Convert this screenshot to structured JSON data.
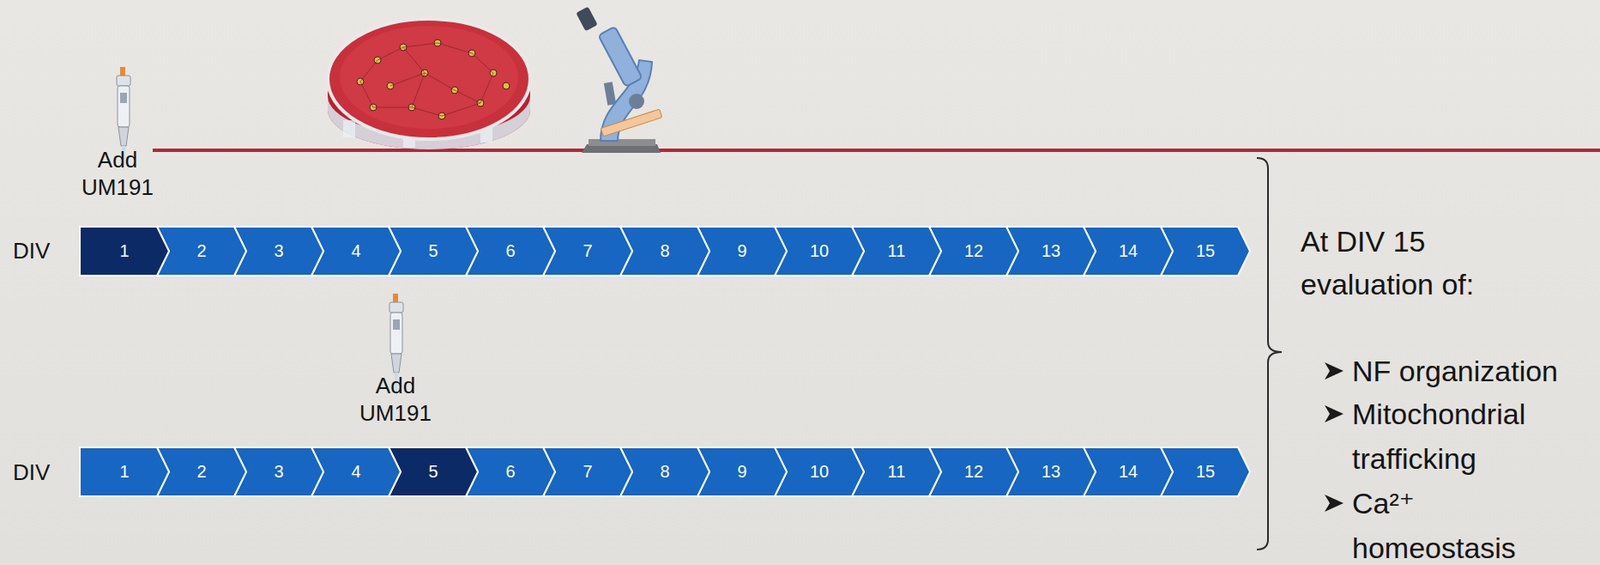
{
  "diagram": {
    "nodes": [
      {
        "text": [
          "1"
        ]
      },
      {
        "text": [
          "2"
        ]
      },
      {
        "text": [
          "3"
        ]
      },
      {
        "text": [
          "4"
        ]
      },
      {
        "text": [
          "5"
        ]
      },
      {
        "text": [
          "6"
        ]
      },
      {
        "text": [
          "7"
        ]
      },
      {
        "text": [
          "8"
        ]
      },
      {
        "text": [
          "9"
        ]
      },
      {
        "text": [
          "10"
        ]
      },
      {
        "text": [
          "11"
        ]
      },
      {
        "text": [
          "12"
        ]
      },
      {
        "text": [
          "13"
        ]
      },
      {
        "text": [
          "14"
        ]
      },
      {
        "text": [
          "15"
        ]
      },
      {
        "text": [
          "1"
        ]
      },
      {
        "text": [
          "2"
        ]
      },
      {
        "text": [
          "3"
        ]
      },
      {
        "text": [
          "4"
        ]
      },
      {
        "text": [
          "5"
        ]
      },
      {
        "text": [
          "6"
        ]
      },
      {
        "text": [
          "7"
        ]
      },
      {
        "text": [
          "8"
        ]
      },
      {
        "text": [
          "9"
        ]
      },
      {
        "text": [
          "10"
        ]
      },
      {
        "text": [
          "11"
        ]
      },
      {
        "text": [
          "12"
        ]
      },
      {
        "text": [
          "13"
        ]
      },
      {
        "text": [
          "14"
        ]
      },
      {
        "text": [
          "15"
        ]
      }
    ],
    "labels": [
      "Add UM191",
      "DIV",
      "Add UM191",
      "DIV",
      "At DIV 15 evaluation of:",
      "NF organization",
      "Mitochondrial trafficking",
      "Ca²⁺ homeostasis"
    ]
  }
}
